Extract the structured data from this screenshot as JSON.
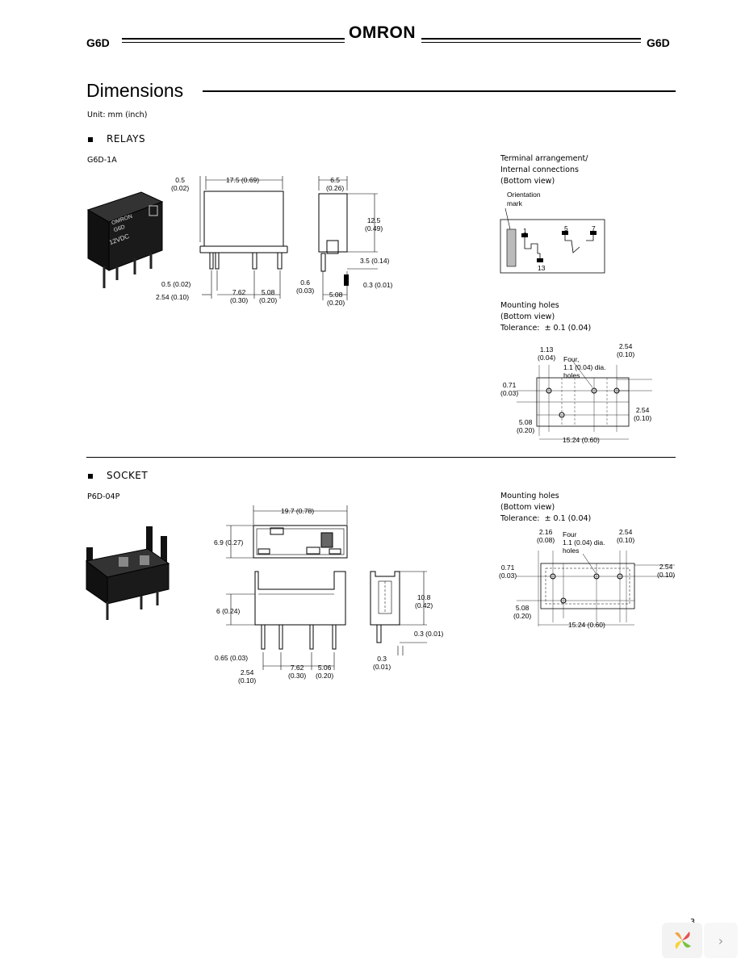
{
  "header": {
    "left_model": "G6D",
    "brand": "OMRON",
    "right_model": "G6D"
  },
  "dimensions": {
    "title": "Dimensions",
    "unit": "Unit: mm (inch)"
  },
  "relays": {
    "section_label": "RELAYS",
    "model": "G6D-1A",
    "photo_marking": [
      "OMRON",
      "G6D",
      "12VDC"
    ],
    "side_dims": {
      "d05": "0.5",
      "d05i": "(0.02)",
      "d175": "17.5 (0.69)",
      "d05b": "0.5 (0.02)",
      "d254": "2.54 (0.10)",
      "d762": "7.62",
      "d762i": "(0.30)",
      "d508": "5.08",
      "d508i": "(0.20)",
      "d06": "0.6",
      "d06i": "(0.03)"
    },
    "end_dims": {
      "d65": "6.5",
      "d65i": "(0.26)",
      "d125": "12.5",
      "d125i": "(0.49)",
      "d35": "3.5 (0.14)",
      "d03": "0.3 (0.01)",
      "d508": "5.08",
      "d508i": "(0.20)"
    },
    "terminal": {
      "title_lines": [
        "Terminal arrangement/",
        "Internal connections",
        "(Bottom view)"
      ],
      "orientation": [
        "Orientation",
        "mark"
      ],
      "pins": [
        "1",
        "5",
        "7",
        "13"
      ]
    },
    "mounting": {
      "title_lines": [
        "Mounting holes",
        "(Bottom view)"
      ],
      "tolerance_label": "Tolerance:",
      "tolerance_value": "± 0.1 (0.04)",
      "d113": "1.13",
      "d113i": "(0.04)",
      "holes": [
        "Four,",
        "1.1 (0.04) dia.",
        "holes"
      ],
      "d254": "2.54",
      "d254i": "(0.10)",
      "d071": "0.71",
      "d071i": "(0.03)",
      "d254b": "2.54",
      "d254bi": "(0.10)",
      "d508": "5.08",
      "d508i": "(0.20)",
      "d1524": "15.24 (0.60)"
    }
  },
  "socket": {
    "section_label": "SOCKET",
    "model": "P6D-04P",
    "dims": {
      "d197": "19.7 (0.78)",
      "d69": "6.9 (0.27)",
      "d6": "6 (0.24)",
      "d065": "0.65 (0.03)",
      "d254": "2.54",
      "d254i": "(0.10)",
      "d762": "7.62",
      "d762i": "(0.30)",
      "d506": "5.06",
      "d506i": "(0.20)",
      "d108": "10.8",
      "d108i": "(0.42)",
      "d03": "0.3 (0.01)",
      "d03b": "0.3",
      "d03bi": "(0.01)"
    },
    "mounting": {
      "title_lines": [
        "Mounting holes",
        "(Bottom view)"
      ],
      "tolerance_label": "Tolerance:",
      "tolerance_value": "± 0.1 (0.04)",
      "d216": "2.16",
      "d216i": "(0.08)",
      "holes": [
        "Four",
        "1.1 (0.04) dia.",
        "holes"
      ],
      "d254": "2.54",
      "d254i": "(0.10)",
      "d071": "0.71",
      "d071i": "(0.03)",
      "d254b": "2.54",
      "d254bi": "(0.10)",
      "d508": "5.08",
      "d508i": "(0.20)",
      "d1524": "15.24 (0.60)"
    }
  },
  "page_number": "3"
}
